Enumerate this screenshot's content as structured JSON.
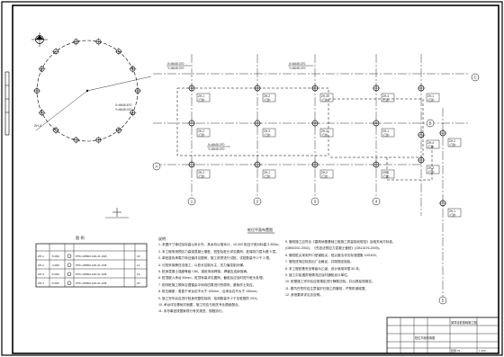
{
  "plan": {
    "title": "桩位平面布置图",
    "elev_1": "Y=6645.070",
    "elev_2": "X=6645.070",
    "elev_3": "Y=6645.070",
    "elev_4": "X=6645.070",
    "elev_5": "Y=6645.070",
    "elev_6": "X=6645.670",
    "elev_7": "Y=6645.070",
    "elev_8": "X=6645.070",
    "axis_labels": [
      "A",
      "B",
      "C",
      "1",
      "2",
      "3",
      "4",
      "5"
    ],
    "pile_groups": [
      "ZH-1",
      "ZH-2",
      "ZH-3",
      "ZH-4",
      "ZH-1",
      "ZH-2",
      "ZH-3",
      "ZH-4",
      "ZH-1",
      "ZH-2",
      "ZH-1",
      "ZH-2",
      "ZH-3",
      "ZH-4",
      "ZH-2",
      "ZH-3",
      "ZH-1"
    ],
    "cap_tag": "(已建)"
  },
  "legend": {
    "title": "图 例",
    "rows": [
      {
        "code": "ZH-1",
        "elev": "-5.000",
        "spec": "PHC-AB500-100-24 10/8",
        "qty": "18"
      },
      {
        "code": "ZH-2",
        "elev": "-4.000",
        "spec": "PHC-AB500-100-24 10/8",
        "qty": "12"
      },
      {
        "code": "ZH-3",
        "elev": "-5.000",
        "spec": "PHC-AB500-100-24 10/8",
        "qty": "16"
      },
      {
        "code": "ZH-4",
        "elev": "-5.000",
        "spec": "PHC-AB500-100-24 10/8",
        "qty": "20"
      }
    ]
  },
  "notes_left": {
    "header": "说明：",
    "lines": [
      "1. 本图尺寸单位除标高以米计外，其余均以毫米计，±0.000 相当于绝对标高 3.300m。",
      "2. 本工程采用预应力高强混凝土管桩，桩型及桩长详见图例，桩端持力层为第 5 层。",
      "3. 单桩竖向承载力特征值详见图例，施工前须进行试桩，试桩数量不少于 3 根。",
      "4. 沉桩采用静压法施工，以桩长控制为主，压力值控制为辅。",
      "5. 桩身混凝土强度等级 C80，接桩采用焊接，焊缝应连续饱满。",
      "6. 桩顶嵌入承台 50mm，桩顶标高详见图例，截桩后应及时进行桩头处理。",
      "7. 相邻桩施工顺序应遵循由中间向四周进行的原则，避免挤土效应。",
      "8. 桩位偏差：垂直于承台边不大于 100mm，沿承台边不大于 150mm。",
      "9. 施工完毕后应进行桩身完整性检测，检测数量不少于总桩数的 20%。",
      "10. 承台详见基础平面图，施工时应与相关专业图纸配合。",
      "11. 未尽事宜按国家现行有关规范、规程执行。"
    ]
  },
  "notes_right": {
    "lines": [
      "5. 管桩施工应符合《建筑地基基础工程施工质量验收规范》及相关地方标准。",
      "(GB50202-2002)、《先张法预应力混凝土管桩》(GB13476-2009)。",
      "6. 管桩桩尖采用开口型钢桩尖，桩尖做法详见标准图集 10G409。",
      "7. 管桩进场应检查出厂合格证，并按规定抽检。",
      "8. 本工程桩基安全等级为乙级，设计使用年限 50 年。",
      "9. 施工中如遇异常情况应及时通知设计单位。",
      "10. 桩基施工完毕后应按规定进行静载试验，并出具检测报告。",
      "11. 基坑开挖时应注意保护已施工的管桩，严禁机械碰撞。",
      "12. 其他要求详见总说明。"
    ]
  },
  "title_block": {
    "project": "某项目桩基础施工图",
    "drawing": "桩位平面布置图",
    "drawing_no": "结施-01",
    "scale": "1:100"
  }
}
